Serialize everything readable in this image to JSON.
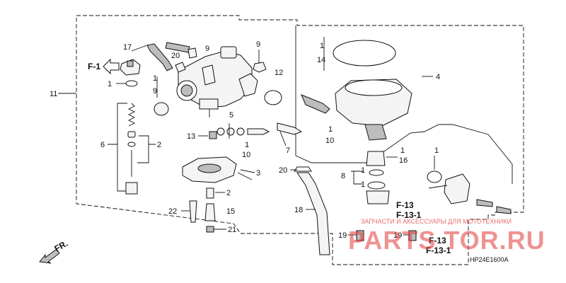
{
  "callouts": {
    "c1_top": "1",
    "c14": "14",
    "c4": "4",
    "c9_top": "9",
    "c12": "12",
    "c17": "17",
    "c20_top": "20",
    "c1_left": "1",
    "c1_mid": "1",
    "c9_mid": "9",
    "c11": "11",
    "c6": "6",
    "c2_top": "2",
    "c5": "5",
    "c1_jet": "1",
    "c10_jet": "10",
    "c13": "13",
    "c7": "7",
    "c1_bowl": "1",
    "c10_bowl": "10",
    "c1_float": "1",
    "c16": "16",
    "c1_oring": "1",
    "c3": "3",
    "c20_mid": "20",
    "c8": "8",
    "c1_o2": "1",
    "c1_o3": "1",
    "c2_mid": "2",
    "c22": "22",
    "c15": "15",
    "c21": "21",
    "c18": "18",
    "c19_left": "19",
    "c19_right": "19"
  },
  "refs": {
    "f1": "F-1",
    "f13_a": "F-13",
    "f13_1_a": "F-13-1",
    "f13_b": "F-13",
    "f13_1_b": "F-13-1",
    "fr": "FR."
  },
  "watermark": {
    "brand": "PARTS TOR.RU",
    "subtitle": "ЗАПЧАСТИ И АКСЕССУАРЫ ДЛЯ МОТОТЕХНИКИ"
  },
  "diagram_code": "HP24E1600A",
  "colors": {
    "ink": "#111111",
    "watermark": "#e23a3a"
  }
}
